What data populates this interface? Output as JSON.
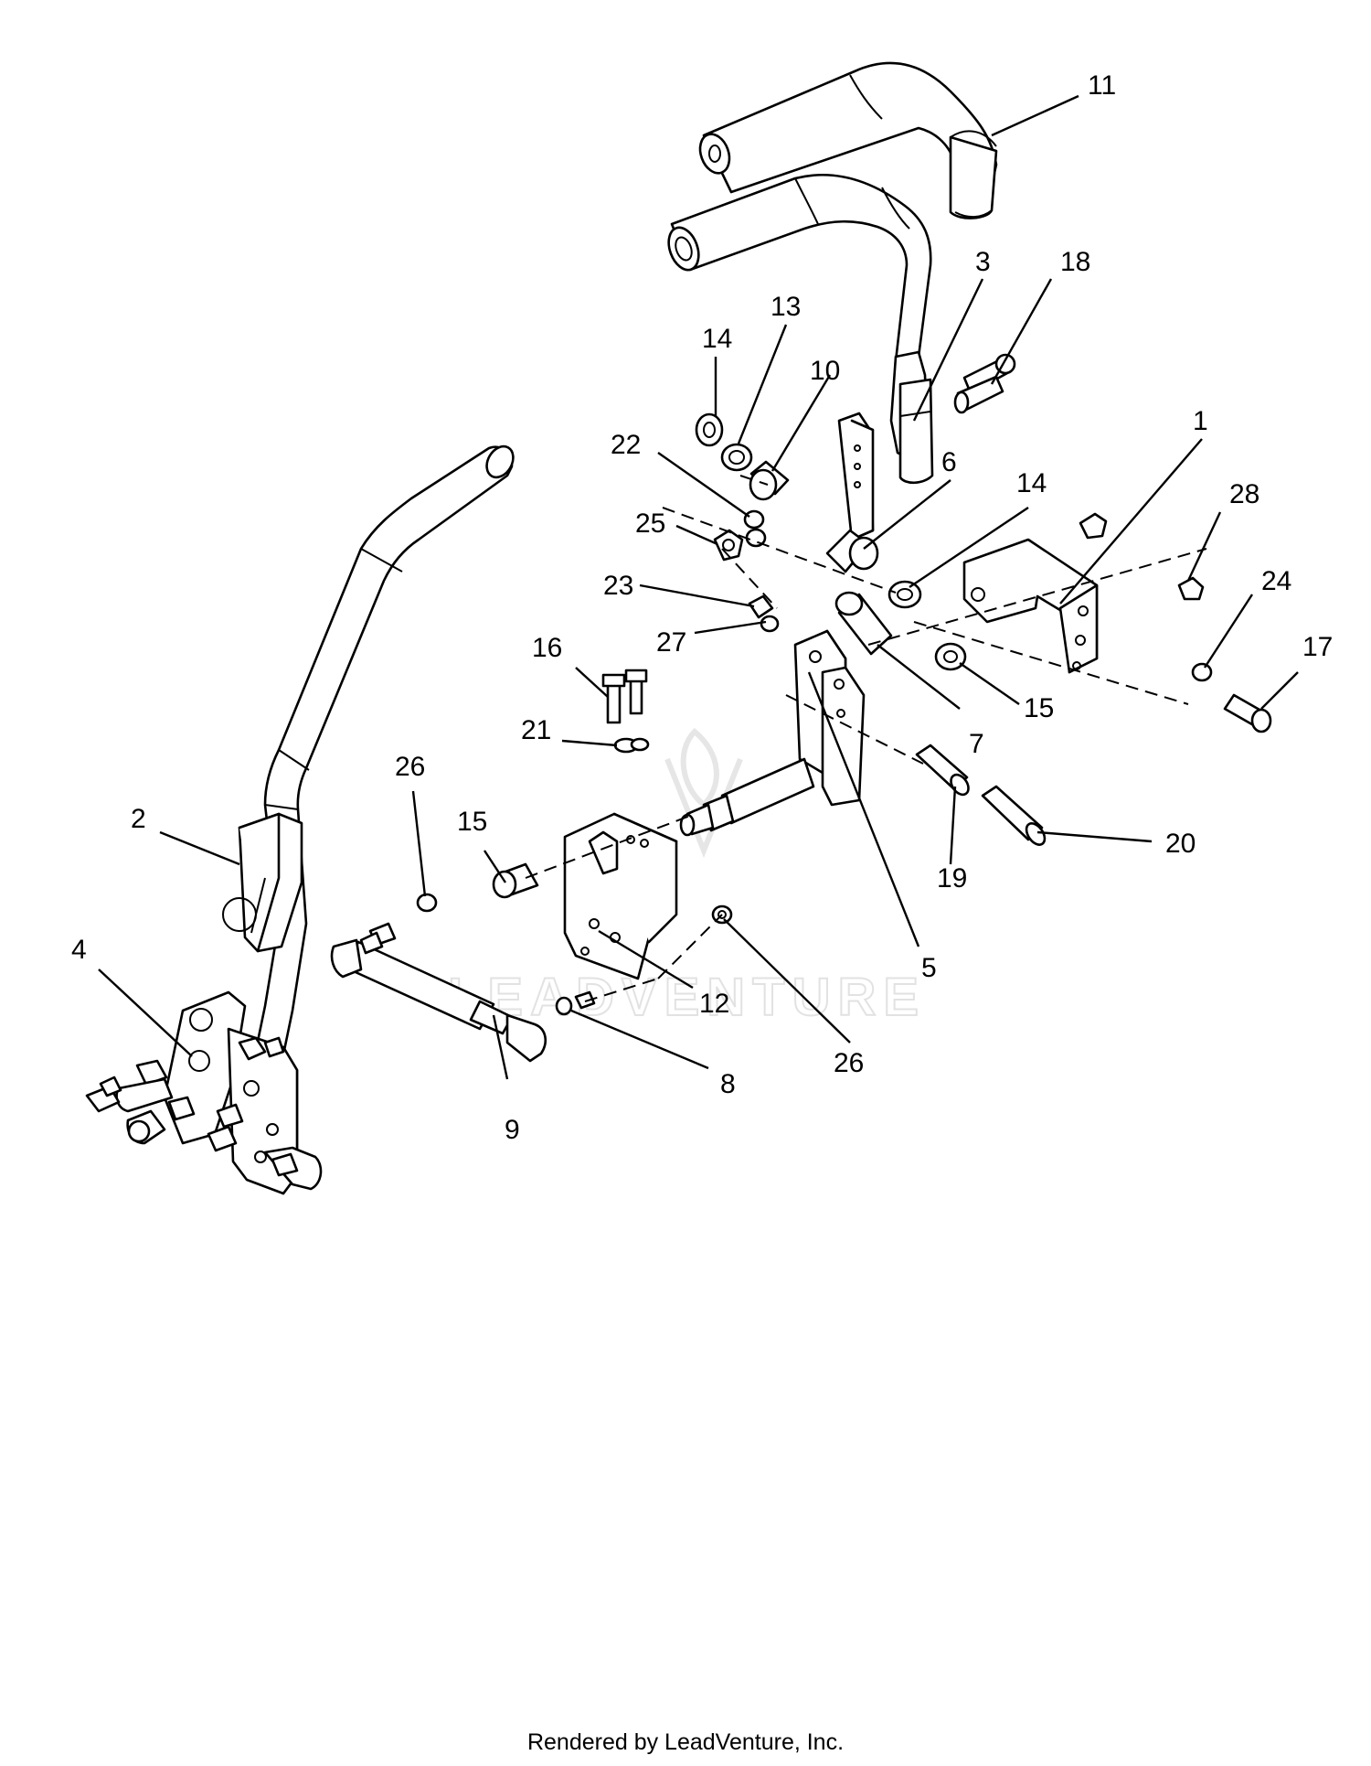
{
  "watermark": {
    "text": "LEADVENTURE"
  },
  "footer": {
    "text": "Rendered by LeadVenture, Inc."
  },
  "callouts": [
    {
      "id": "c11",
      "label": "11"
    },
    {
      "id": "c3",
      "label": "3"
    },
    {
      "id": "c18",
      "label": "18"
    },
    {
      "id": "c14a",
      "label": "14"
    },
    {
      "id": "c13",
      "label": "13"
    },
    {
      "id": "c10",
      "label": "10"
    },
    {
      "id": "c1",
      "label": "1"
    },
    {
      "id": "c22",
      "label": "22"
    },
    {
      "id": "c6",
      "label": "6"
    },
    {
      "id": "c14b",
      "label": "14"
    },
    {
      "id": "c28",
      "label": "28"
    },
    {
      "id": "c25",
      "label": "25"
    },
    {
      "id": "c24",
      "label": "24"
    },
    {
      "id": "c23",
      "label": "23"
    },
    {
      "id": "c27",
      "label": "27"
    },
    {
      "id": "c17",
      "label": "17"
    },
    {
      "id": "c16",
      "label": "16"
    },
    {
      "id": "c15a",
      "label": "15"
    },
    {
      "id": "c7",
      "label": "7"
    },
    {
      "id": "c21",
      "label": "21"
    },
    {
      "id": "c26a",
      "label": "26"
    },
    {
      "id": "c2",
      "label": "2"
    },
    {
      "id": "c20",
      "label": "20"
    },
    {
      "id": "c15b",
      "label": "15"
    },
    {
      "id": "c19",
      "label": "19"
    },
    {
      "id": "c4",
      "label": "4"
    },
    {
      "id": "c5",
      "label": "5"
    },
    {
      "id": "c12",
      "label": "12"
    },
    {
      "id": "c8",
      "label": "8"
    },
    {
      "id": "c26b",
      "label": "26"
    },
    {
      "id": "c9",
      "label": "9"
    }
  ]
}
